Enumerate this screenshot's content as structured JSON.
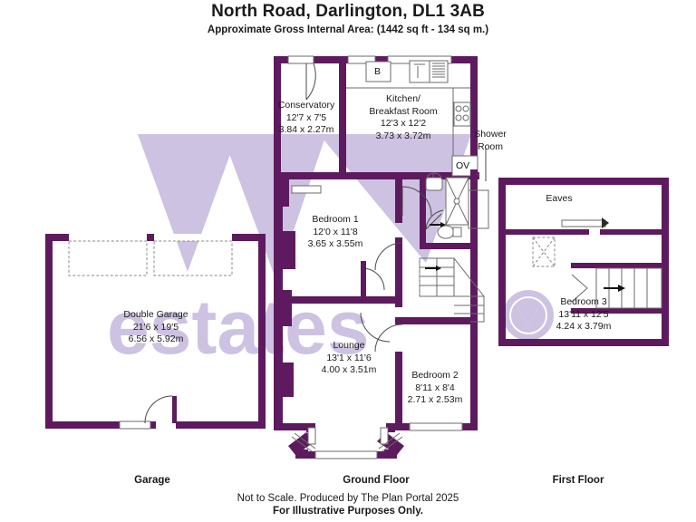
{
  "header": {
    "title": "North Road, Darlington, DL1 3AB",
    "subtitle": "Approximate Gross Internal Area: (1442 sq ft - 134 sq m.)"
  },
  "watermark": {
    "text": "estates"
  },
  "floors": [
    {
      "key": "garage",
      "caption": "Garage"
    },
    {
      "key": "ground",
      "caption": "Ground Floor"
    },
    {
      "key": "first",
      "caption": "First Floor"
    }
  ],
  "rooms": [
    {
      "key": "conservatory",
      "name": "Conservatory",
      "imperial": "12'7 x 7'5",
      "metric": "3.84 x 2.27m",
      "floor": "ground"
    },
    {
      "key": "kitchen",
      "name": "Kitchen/",
      "name2": "Breakfast Room",
      "imperial": "12'3 x 12'2",
      "metric": "3.73 x 3.72m",
      "floor": "ground"
    },
    {
      "key": "bedroom1",
      "name": "Bedroom 1",
      "imperial": "12'0 x 11'8",
      "metric": "3.65 x 3.55m",
      "floor": "ground"
    },
    {
      "key": "lounge",
      "name": "Lounge",
      "imperial": "13'1 x 11'6",
      "metric": "4.00 x 3.51m",
      "floor": "ground"
    },
    {
      "key": "bedroom2",
      "name": "Bedroom 2",
      "imperial": "8'11 x 8'4",
      "metric": "2.71 x 2.53m",
      "floor": "ground"
    },
    {
      "key": "garage_room",
      "name": "Double Garage",
      "imperial": "21'6 x 19'5",
      "metric": "6.56 x 5.92m",
      "floor": "garage"
    },
    {
      "key": "bedroom3",
      "name": "Bedroom 3",
      "imperial": "13'11 x 12'5",
      "metric": "4.24 x 3.79m",
      "floor": "first"
    }
  ],
  "plain_labels": [
    {
      "key": "shower_room",
      "text_line1": "Shower",
      "text_line2": "Room",
      "floor": "ground"
    },
    {
      "key": "eaves",
      "text_line1": "Eaves",
      "floor": "first"
    }
  ],
  "fixture_tags": [
    {
      "key": "boiler",
      "text": "B"
    },
    {
      "key": "oven",
      "text": "OV"
    }
  ],
  "footer": {
    "line1": "Not to Scale. Produced by The Plan Portal 2025",
    "line2": "For Illustrative Purposes Only."
  },
  "colors": {
    "wall": "#5E1A5E",
    "watermark": "#cdc2e2",
    "text": "#1a1a1a",
    "background": "#ffffff"
  }
}
